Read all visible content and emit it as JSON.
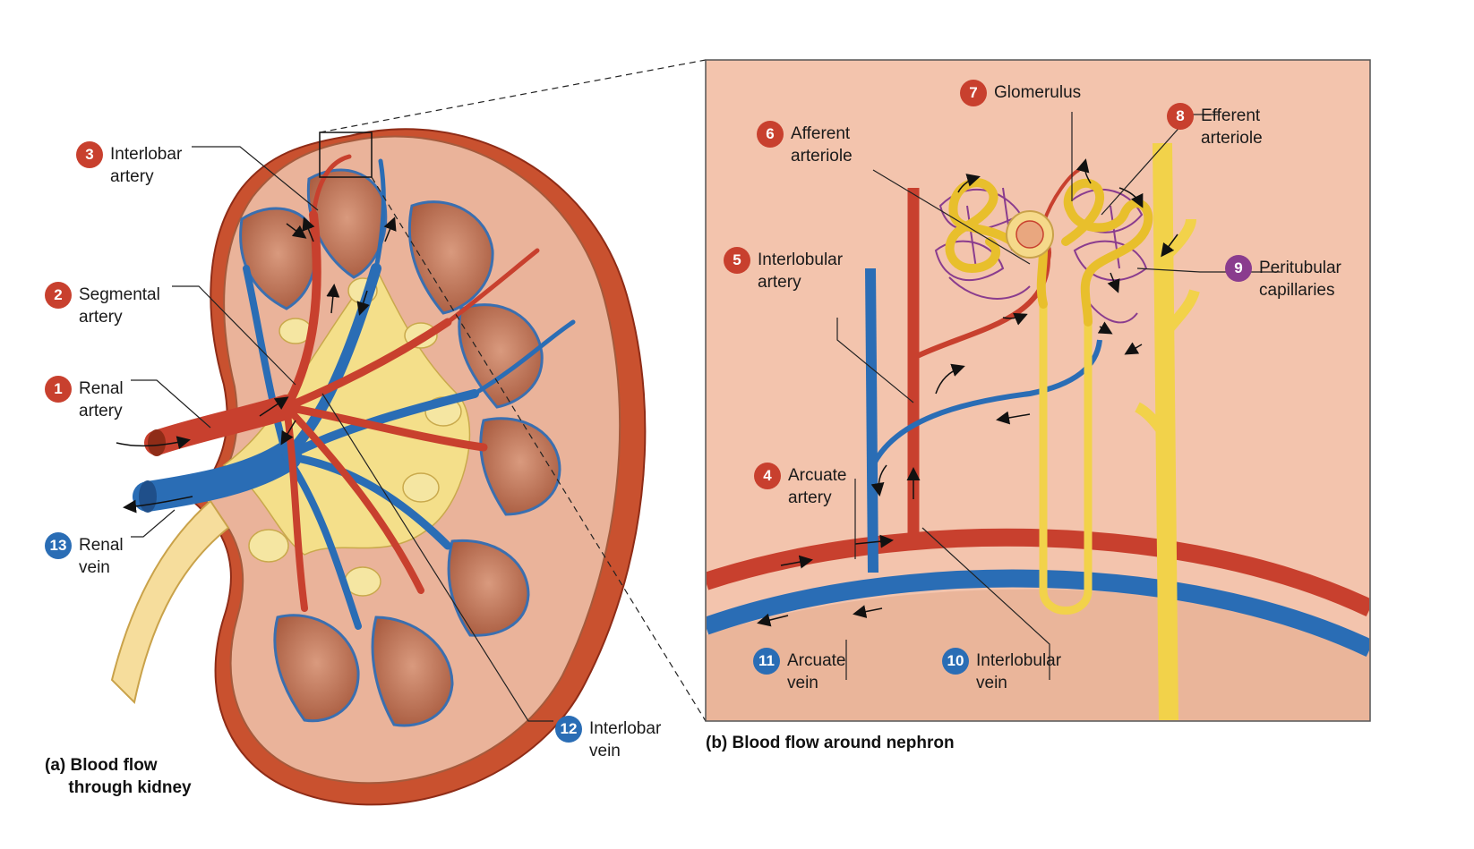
{
  "panel_a": {
    "caption": "(a) Blood flow\n     through kidney",
    "labels": {
      "l1": {
        "num": "1",
        "text": "Renal\nartery"
      },
      "l2": {
        "num": "2",
        "text": "Segmental\nartery"
      },
      "l3": {
        "num": "3",
        "text": "Interlobar\nartery"
      },
      "l12": {
        "num": "12",
        "text": "Interlobar\nvein"
      },
      "l13": {
        "num": "13",
        "text": "Renal\nvein"
      }
    }
  },
  "panel_b": {
    "caption": "(b) Blood flow around nephron",
    "labels": {
      "l4": {
        "num": "4",
        "text": "Arcuate\nartery"
      },
      "l5": {
        "num": "5",
        "text": "Interlobular\nartery"
      },
      "l6": {
        "num": "6",
        "text": "Afferent\narteriole"
      },
      "l7": {
        "num": "7",
        "text": "Glomerulus"
      },
      "l8": {
        "num": "8",
        "text": "Efferent\narteriole"
      },
      "l9": {
        "num": "9",
        "text": "Peritubular\ncapillaries"
      },
      "l10": {
        "num": "10",
        "text": "Interlobular\nvein"
      },
      "l11": {
        "num": "11",
        "text": "Arcuate\nvein"
      }
    }
  },
  "colors": {
    "artery": "#c8402e",
    "vein": "#2a6db5",
    "capillary_marker": "#8a3c8e",
    "tissue": "#f3c4ad",
    "nephron": "#f2d24a"
  }
}
